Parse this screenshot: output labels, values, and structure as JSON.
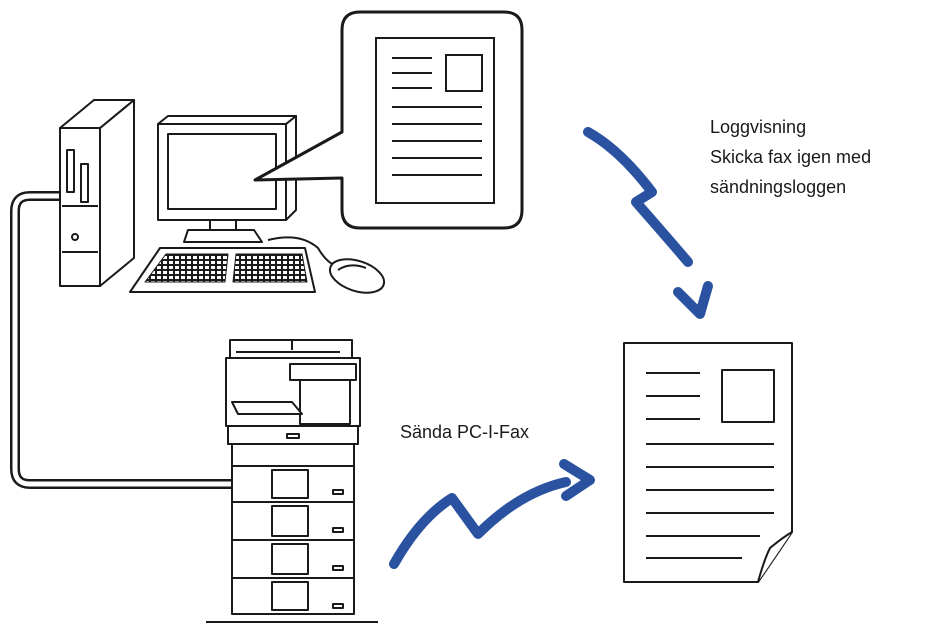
{
  "labels": {
    "log_line1": "Loggvisning",
    "log_line2": "Skicka fax igen med",
    "log_line3": "sändningsloggen",
    "send": "Sända PC-I-Fax"
  },
  "colors": {
    "arrow": "#2a52a0",
    "stroke": "#1a1a1a",
    "paper": "#ffffff"
  },
  "icons": [
    "computer-tower-icon",
    "monitor-icon",
    "keyboard-icon",
    "mouse-icon",
    "speech-bubble-icon",
    "document-icon",
    "printer-icon",
    "arrow-icon"
  ]
}
